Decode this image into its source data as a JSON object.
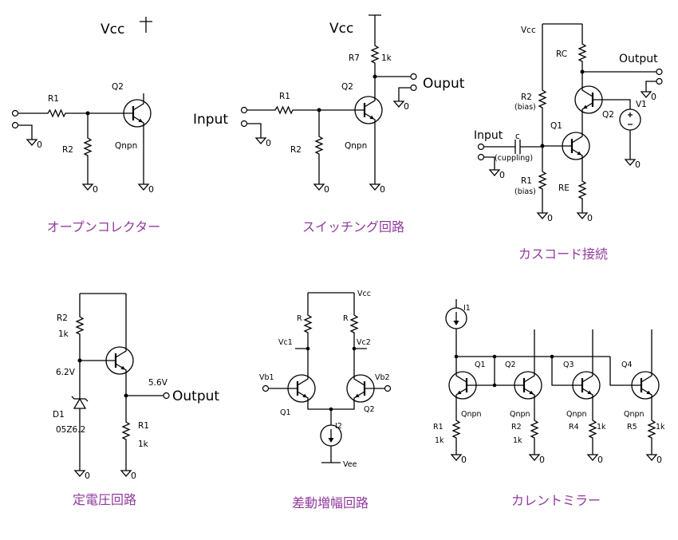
{
  "colors": {
    "caption": "#913a9c",
    "wire": "#000000",
    "background": "#ffffff"
  },
  "ground_label": "0",
  "open_collector": {
    "caption": "オープンコレクター",
    "vcc": "Vcc",
    "r1": "R1",
    "r2": "R2",
    "q": "Q2",
    "model": "Qnpn"
  },
  "switching": {
    "caption": "スイッチング回路",
    "vcc": "Vcc",
    "r7": "R7",
    "r7_value": "1k",
    "output": "Ouput",
    "input": "Input",
    "r1": "R1",
    "r2": "R2",
    "q": "Q2",
    "model": "Qnpn"
  },
  "cascode": {
    "caption": "カスコード接続",
    "vcc": "Vcc",
    "rc": "RC",
    "output": "Output",
    "r2": "R2",
    "r2_note": "(bias)",
    "v1": "V1",
    "q2": "Q2",
    "input": "Input",
    "c": "c",
    "c_note": "(cuppling)",
    "q1": "Q1",
    "r1": "R1",
    "r1_note": "(bias)",
    "re": "RE"
  },
  "voltage_regulator": {
    "caption": "定電圧回路",
    "r2": "R2",
    "r2_value": "1k",
    "base_voltage": "6.2V",
    "output_voltage": "5.6V",
    "output": "Output",
    "d1": "D1",
    "d1_part": "05Z6.2",
    "r1": "R1",
    "r1_value": "1k"
  },
  "differential": {
    "caption": "差動増幅回路",
    "vcc": "Vcc",
    "r_left": "R",
    "r_right": "R",
    "vc1": "Vc1",
    "vc2": "Vc2",
    "vb1": "Vb1",
    "vb2": "Vb2",
    "q1": "Q1",
    "q2": "Q2",
    "i2": "I2",
    "vee": "Vee"
  },
  "current_mirror": {
    "caption": "カレントミラー",
    "i1": "I1",
    "transistors": [
      {
        "name": "Q1",
        "model": "Qnpn",
        "resistor": "R1",
        "value": "1k"
      },
      {
        "name": "Q2",
        "model": "Qnpn",
        "resistor": "R2",
        "value": "1k"
      },
      {
        "name": "Q3",
        "model": "Qnpn",
        "resistor": "R4",
        "value": "1k"
      },
      {
        "name": "Q4",
        "model": "Qnpn",
        "resistor": "R5",
        "value": "1k"
      }
    ]
  }
}
